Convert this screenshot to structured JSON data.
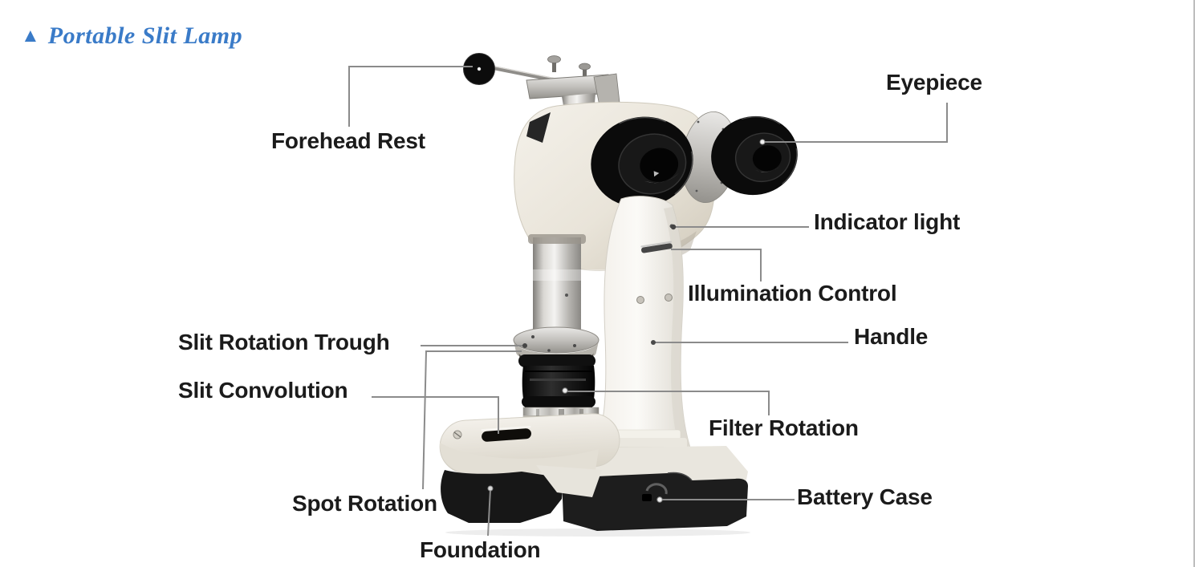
{
  "title": {
    "marker": "▲",
    "text": "Portable Slit Lamp",
    "color": "#3a7bc8"
  },
  "diagram": {
    "device": "Portable Slit Lamp",
    "label_color": "#1b1b1b",
    "leader_line_color": "#8b8b8b",
    "labels": [
      {
        "id": "forehead-rest",
        "text": "Forehead Rest"
      },
      {
        "id": "eyepiece",
        "text": "Eyepiece"
      },
      {
        "id": "indicator-light",
        "text": "Indicator light"
      },
      {
        "id": "illumination-control",
        "text": "Illumination Control"
      },
      {
        "id": "handle",
        "text": "Handle"
      },
      {
        "id": "filter-rotation",
        "text": "Filter Rotation"
      },
      {
        "id": "slit-rotation-trough",
        "text": "Slit Rotation Trough"
      },
      {
        "id": "slit-convolution",
        "text": "Slit Convolution"
      },
      {
        "id": "spot-rotation",
        "text": "Spot Rotation"
      },
      {
        "id": "foundation",
        "text": "Foundation"
      },
      {
        "id": "battery-case",
        "text": "Battery Case"
      }
    ]
  }
}
